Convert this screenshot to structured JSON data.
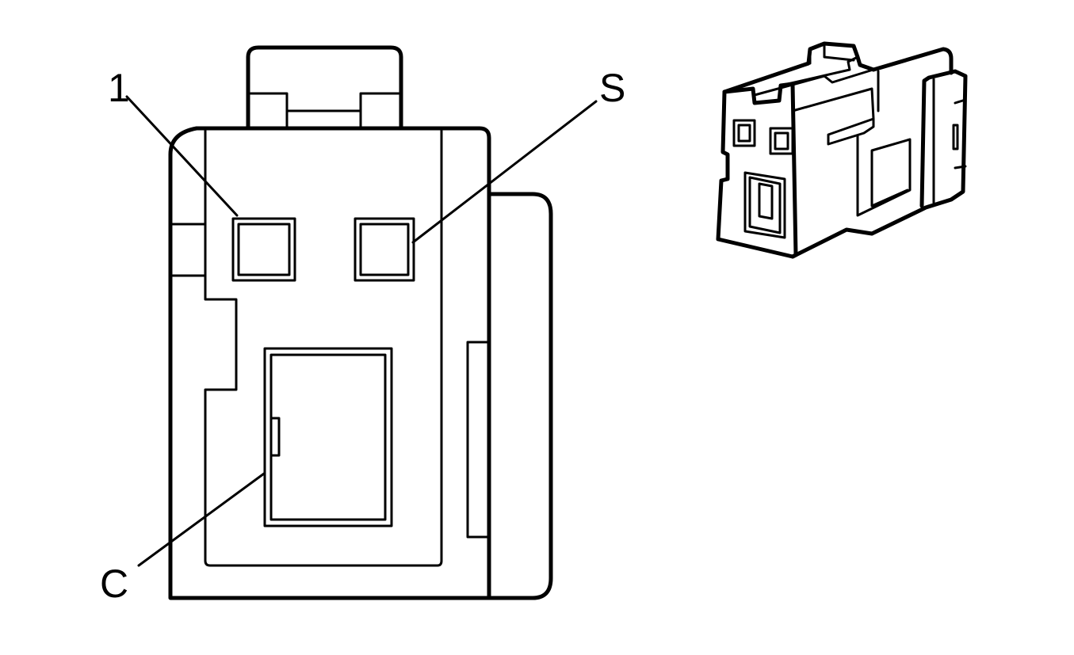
{
  "diagram": {
    "callouts": [
      {
        "id": "pin-1",
        "text": "1"
      },
      {
        "id": "pin-s",
        "text": "S"
      },
      {
        "id": "pin-c",
        "text": "C"
      }
    ],
    "stroke_color": "#000000",
    "background_color": "#ffffff"
  }
}
